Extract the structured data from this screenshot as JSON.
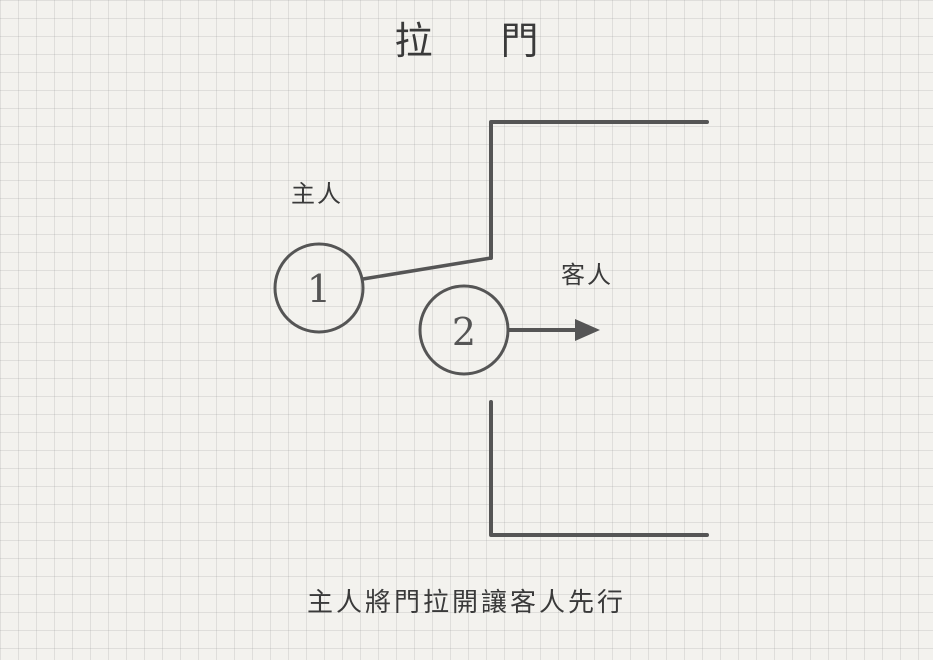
{
  "title": "拉 門",
  "labels": {
    "host": "主人",
    "guest": "客人"
  },
  "nodes": {
    "host_number": "1",
    "guest_number": "2"
  },
  "caption": "主人將門拉開讓客人先行",
  "colors": {
    "stroke": "#555555",
    "background": "#f3f2ee"
  }
}
